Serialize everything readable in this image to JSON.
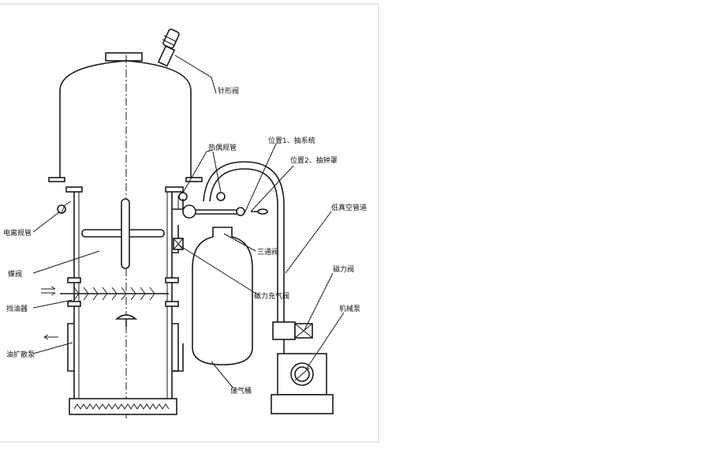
{
  "labels": {
    "needle_valve": "针形阀",
    "thermocouple_gauge": "热偶规管",
    "position1": "位置1、抽系统",
    "position2": "位置2、抽钟罩",
    "ionization_gauge": "电离规管",
    "low_vacuum_pipe": "低真空管道",
    "butterfly_valve": "蝶阀",
    "three_way_valve": "三通阀",
    "solenoid_valve": "磁力阀",
    "baffle": "挡油器",
    "solenoid_charge_valve": "磁力充气阀",
    "mechanical_pump": "机械泵",
    "diffusion_pump": "油扩散泵",
    "gas_storage_tank": "储气桶"
  }
}
